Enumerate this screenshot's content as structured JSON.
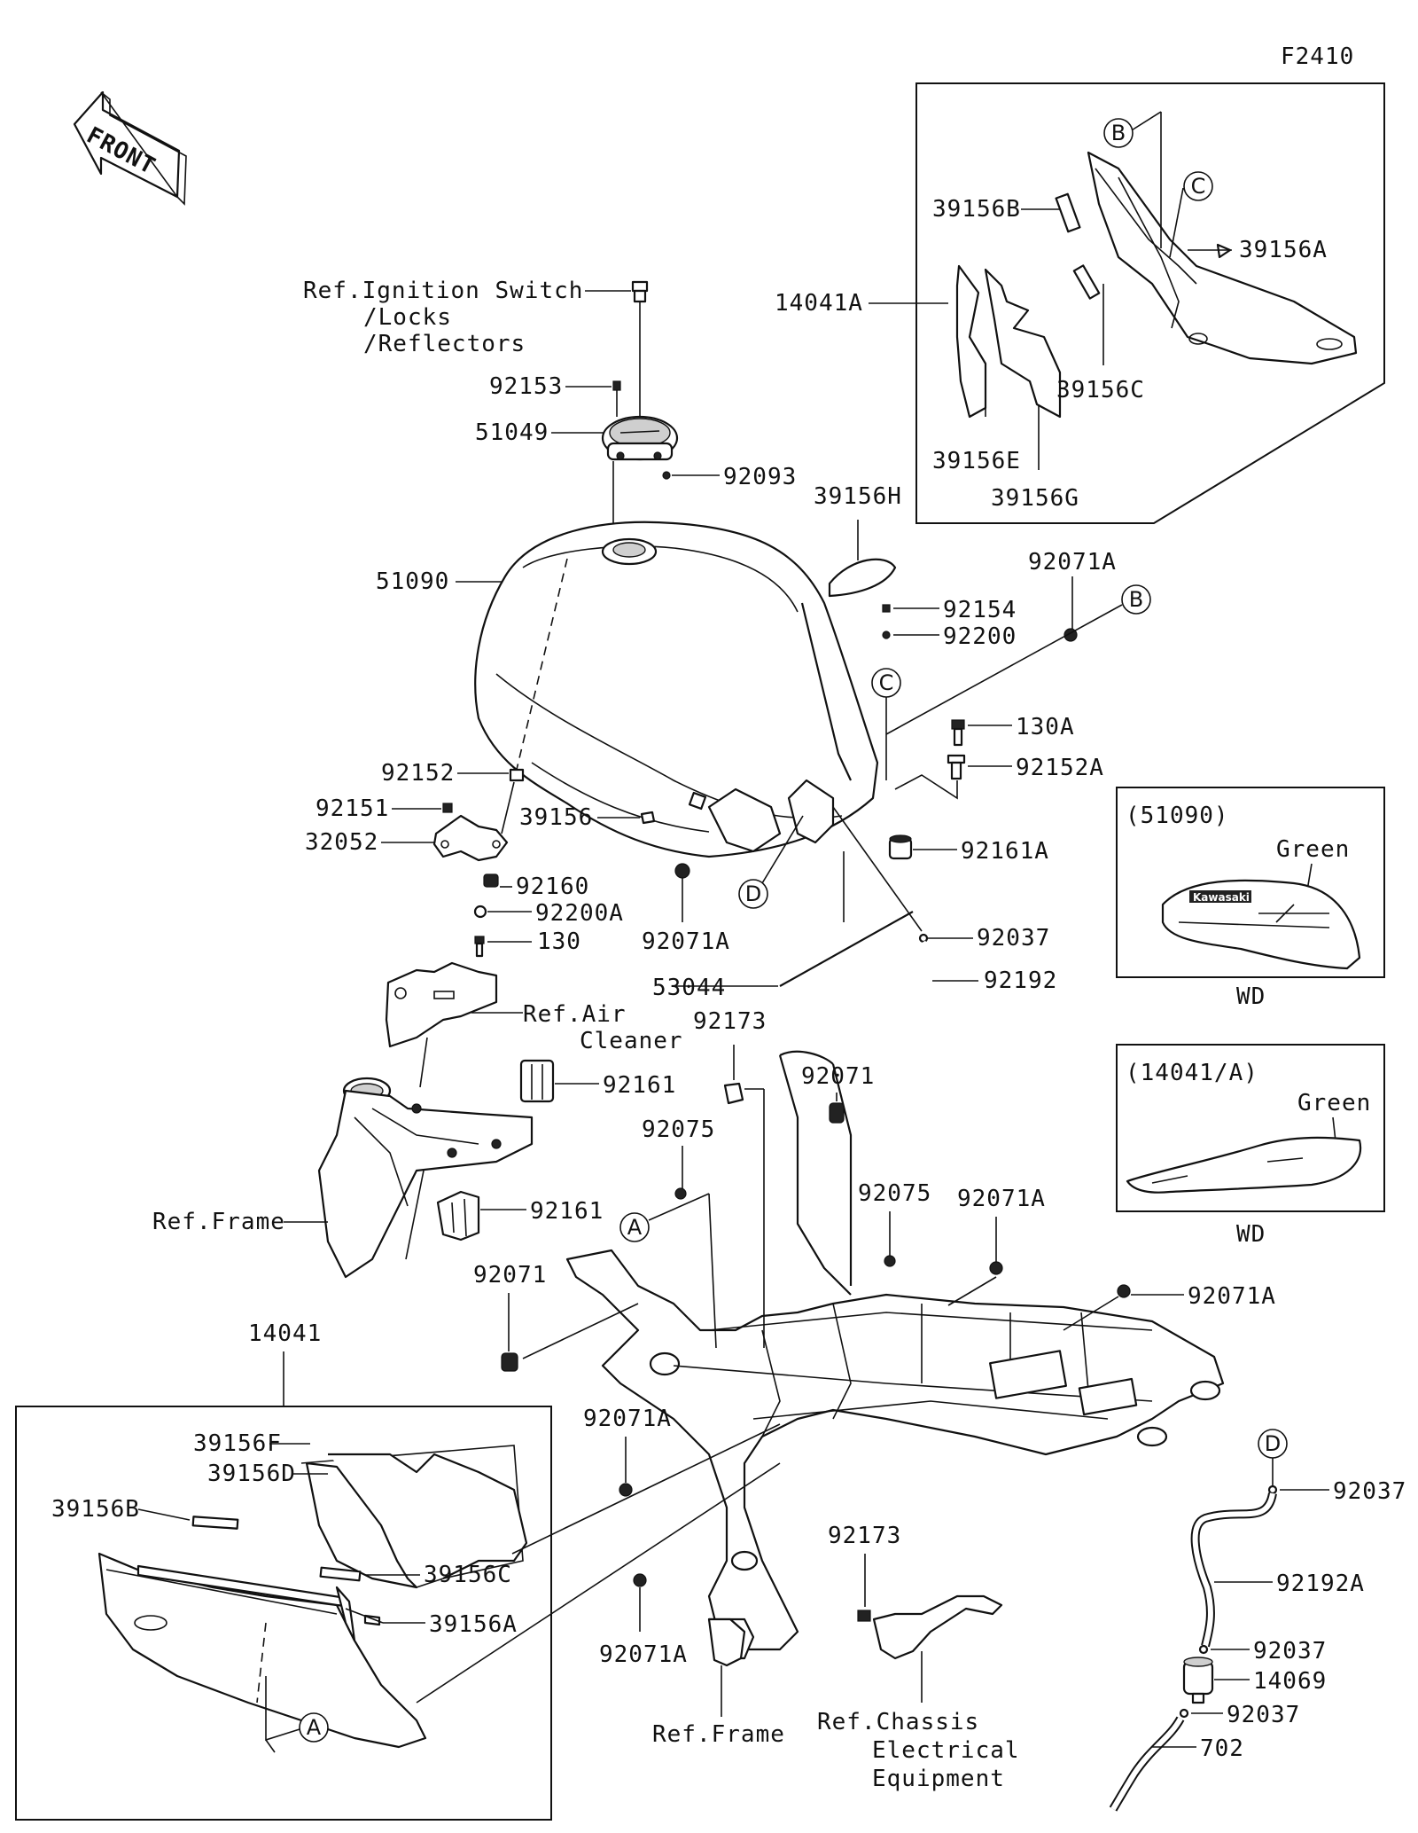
{
  "figure_code": "F2410",
  "front_marker": "FRONT",
  "labels": {
    "ref_ignition": "Ref.Ignition Switch",
    "ref_locks": "/Locks",
    "ref_reflectors": "/Reflectors",
    "p92153": "92153",
    "p51049": "51049",
    "p92093": "92093",
    "p51090": "51090",
    "p39156H": "39156H",
    "p92071A_1": "92071A",
    "p92154": "92154",
    "p92200": "92200",
    "p130A": "130A",
    "p92152A": "92152A",
    "p92161A": "92161A",
    "p92152": "92152",
    "p92151": "92151",
    "p32052": "32052",
    "p39156": "39156",
    "p92160": "92160",
    "p92200A": "92200A",
    "p130": "130",
    "p92071A_2": "92071A",
    "p92037_1": "92037",
    "p53044": "53044",
    "p92192": "92192",
    "ref_air": "Ref.Air",
    "ref_air_2": "Cleaner",
    "p92161_1": "92161",
    "p92173_1": "92173",
    "p92071_1": "92071",
    "p92075_1": "92075",
    "p92161_2": "92161",
    "ref_frame_1": "Ref.Frame",
    "p92075_2": "92075",
    "p92071A_3": "92071A",
    "p92071_2": "92071",
    "p92071A_4": "92071A",
    "p14041": "14041",
    "p92071A_5": "92071A",
    "p39156F": "39156F",
    "p39156D": "39156D",
    "p39156B_2": "39156B",
    "p39156C_2": "39156C",
    "p39156A_2": "39156A",
    "p92071A_6": "92071A",
    "p92173_2": "92173",
    "ref_frame_2": "Ref.Frame",
    "ref_chassis_1": "Ref.Chassis",
    "ref_chassis_2": "Electrical",
    "ref_chassis_3": "Equipment",
    "p92037_2": "92037",
    "p92192A": "92192A",
    "p92037_3": "92037",
    "p14069": "14069",
    "p92037_4": "92037",
    "p702": "702",
    "p14041A": "14041A",
    "p39156B_1": "39156B",
    "p39156A_1": "39156A",
    "p39156C_1": "39156C",
    "p39156E": "39156E",
    "p39156G": "39156G"
  },
  "callouts": {
    "A1": "A",
    "A2": "A",
    "B1": "B",
    "B2": "B",
    "C1": "C",
    "C2": "C",
    "D1": "D",
    "D2": "D"
  },
  "insets": {
    "tank_variant": {
      "title": "(51090)",
      "color": "Green",
      "code": "WD",
      "brand": "Kawasaki"
    },
    "cover_variant": {
      "title": "(14041/A)",
      "color": "Green",
      "code": "WD"
    }
  }
}
